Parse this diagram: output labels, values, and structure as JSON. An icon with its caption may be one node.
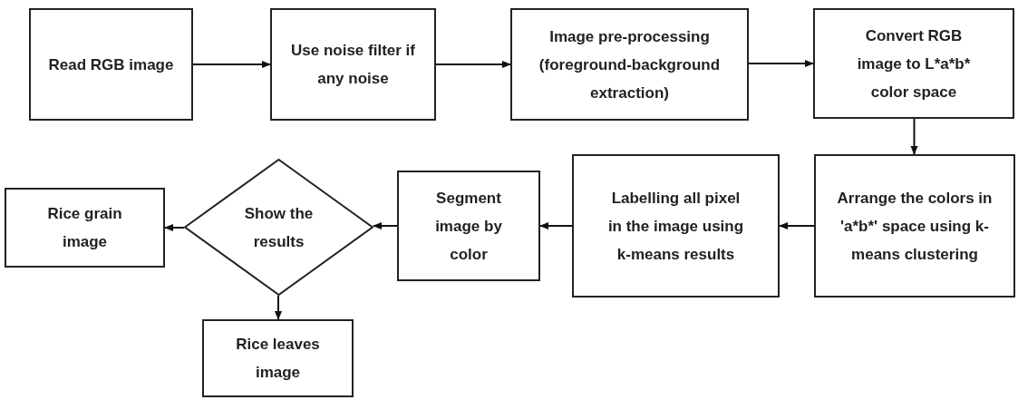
{
  "diagram": {
    "nodes": [
      {
        "text": [
          "Read RGB image"
        ]
      },
      {
        "text": [
          "Use noise filter if any noise"
        ]
      },
      {
        "text": [
          "Image pre-processing (foreground-background extraction)"
        ]
      },
      {
        "text": [
          "Convert RGB image to L*a*b* color space"
        ]
      },
      {
        "text": [
          "Arrange the colors in 'a*b*' space using k-means clustering"
        ]
      },
      {
        "text": [
          "Labelling all pixel in the image using k-means results"
        ]
      },
      {
        "text": [
          "Segment image by color"
        ]
      },
      {
        "text": [
          "Show the results"
        ]
      },
      {
        "text": [
          "Rice grain image"
        ]
      },
      {
        "text": [
          "Rice leaves image"
        ]
      }
    ],
    "edges": [
      {
        "from": 0,
        "to": 1,
        "arrow": "to"
      },
      {
        "from": 1,
        "to": 2,
        "arrow": "to"
      },
      {
        "from": 2,
        "to": 3,
        "arrow": "to"
      },
      {
        "from": 3,
        "to": 4,
        "arrow": "to"
      },
      {
        "from": 4,
        "to": 5,
        "arrow": "to"
      },
      {
        "from": 5,
        "to": 6,
        "arrow": "to"
      },
      {
        "from": 6,
        "to": 7,
        "arrow": "to"
      },
      {
        "from": 7,
        "to": 8,
        "arrow": "to"
      },
      {
        "from": 7,
        "to": 9,
        "arrow": "to"
      }
    ]
  }
}
